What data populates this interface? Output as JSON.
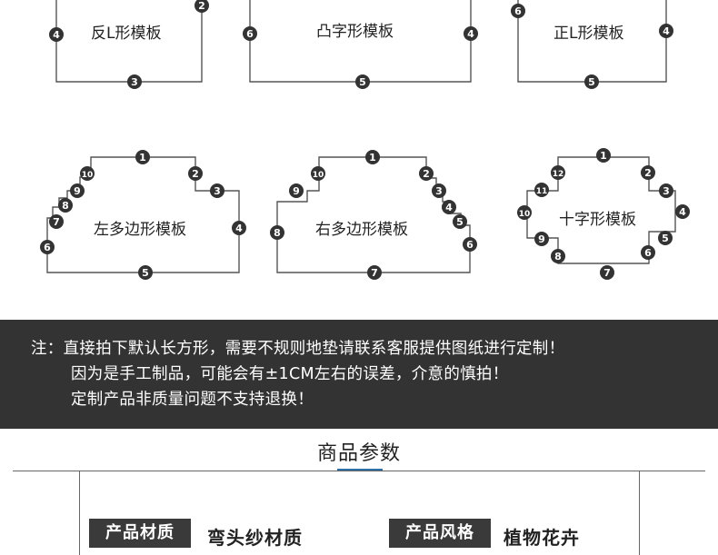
{
  "templates": [
    {
      "name": "反L形模板"
    },
    {
      "name": "凸字形模板"
    },
    {
      "name": "正L形模板"
    },
    {
      "name": "左多边形模板"
    },
    {
      "name": "右多边形模板"
    },
    {
      "name": "十字形模板"
    }
  ],
  "notice": {
    "lines": [
      "注：直接拍下默认长方形，需要不规则地垫请联系客服提供图纸进行定制！",
      "因为是手工制品，可能会有±1CM左右的误差，介意的慎拍！",
      "定制产品非质量问题不支持退换！"
    ]
  },
  "params": {
    "title": "商品参数",
    "rows": [
      {
        "label": "产品材质",
        "value": "弯头纱材质"
      },
      {
        "label": "产品风格",
        "value": "植物花卉"
      }
    ]
  },
  "colors": {
    "notice_bg": "#333333",
    "accent": "#2e6fa8",
    "marker": "#333333"
  }
}
